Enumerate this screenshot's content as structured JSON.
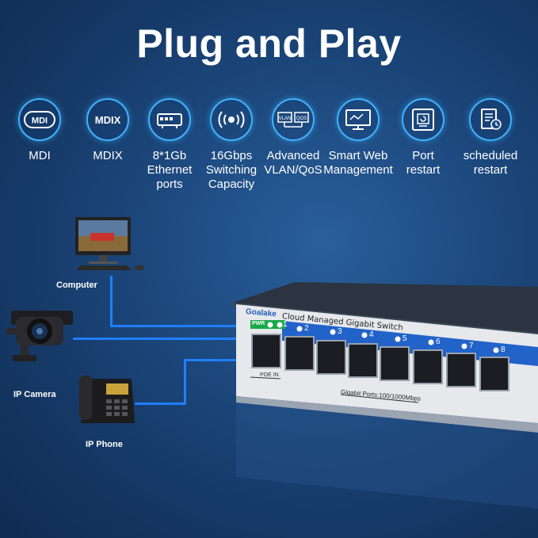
{
  "title": "Plug and Play",
  "colors": {
    "accent": "#3fb3ff",
    "cable": "#1f7fff",
    "port_strip": "#2263c9"
  },
  "features": [
    {
      "icon": "mdi-icon",
      "icon_text": "MDI",
      "label": "MDI"
    },
    {
      "icon": "mdix-icon",
      "icon_text": "MDIX",
      "label": "MDIX"
    },
    {
      "icon": "switch-device-icon",
      "label": "8*1Gb\nEthernet\nports"
    },
    {
      "icon": "speed-signal-icon",
      "label": "16Gbps\nSwitching\nCapacity"
    },
    {
      "icon": "vlan-qos-icon",
      "icon_text_1": "VLAN",
      "icon_text_2": "QOS",
      "label": "Advanced\nVLAN/QoS"
    },
    {
      "icon": "web-management-icon",
      "label": "Smart Web\nManagement"
    },
    {
      "icon": "port-restart-icon",
      "label": "Port\nrestart"
    },
    {
      "icon": "scheduled-restart-icon",
      "label": "scheduled\nrestart"
    }
  ],
  "devices": {
    "computer": "Computer",
    "camera": "IP Camera",
    "phone": "IP Phone"
  },
  "switch": {
    "brand": "Goalake",
    "model": "Cloud Managed Gigabit Switch",
    "pwr": "PWR",
    "ports": [
      "1",
      "2",
      "3",
      "4",
      "5",
      "6",
      "7",
      "8"
    ],
    "poe_in": "POE IN",
    "footer": "Gigabit Ports:100/1000Mbps"
  }
}
